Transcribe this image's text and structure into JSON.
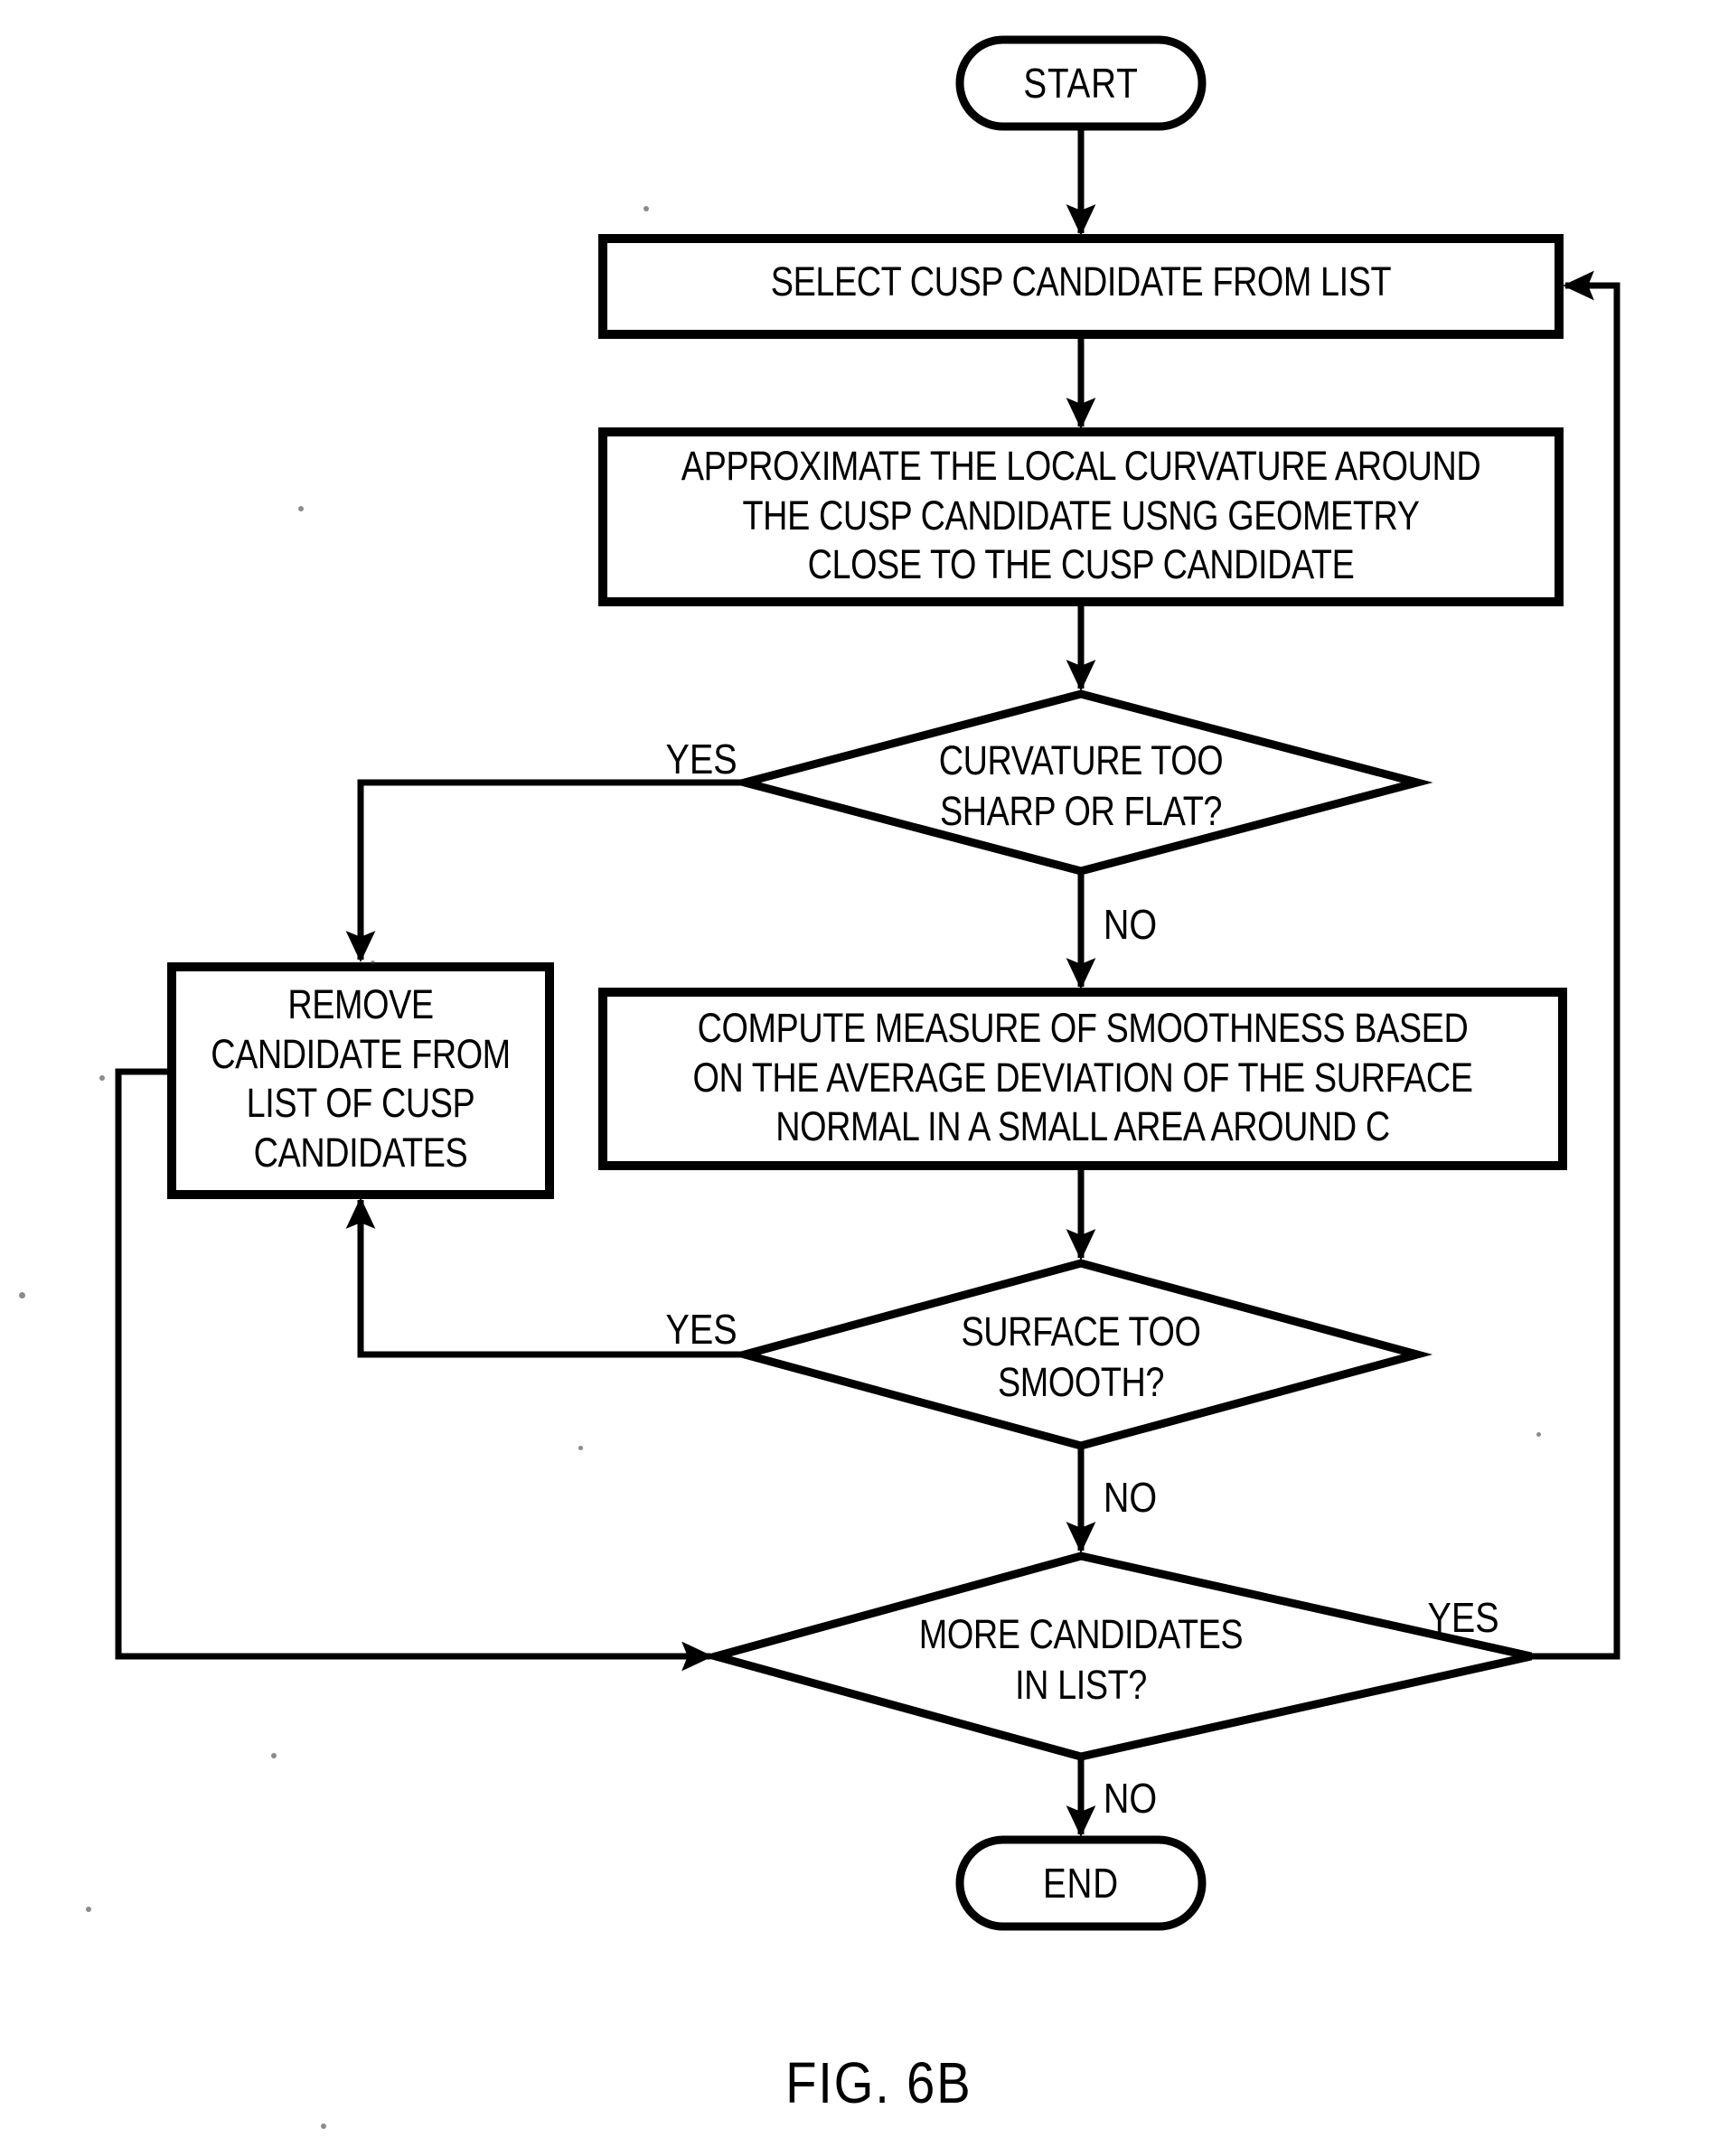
{
  "figure": {
    "caption": "FIG. 6B",
    "title": "Cusp candidate filtering flowchart"
  },
  "nodes": {
    "start": {
      "label": "START",
      "shape": "terminator"
    },
    "select_candidate": {
      "label": "SELECT CUSP CANDIDATE FROM LIST",
      "shape": "process"
    },
    "approximate_curvature": {
      "line1": "APPROXIMATE THE LOCAL CURVATURE AROUND",
      "line2": "THE CUSP CANDIDATE USNG GEOMETRY",
      "line3": "CLOSE TO THE CUSP CANDIDATE",
      "shape": "process"
    },
    "curvature_check": {
      "line1": "CURVATURE TOO",
      "line2": "SHARP OR FLAT?",
      "shape": "decision"
    },
    "remove_candidate": {
      "line1": "REMOVE",
      "line2": "CANDIDATE FROM",
      "line3": "LIST OF CUSP",
      "line4": "CANDIDATES",
      "shape": "process"
    },
    "compute_smoothness": {
      "line1": "COMPUTE MEASURE OF SMOOTHNESS BASED",
      "line2": "ON THE AVERAGE DEVIATION OF THE SURFACE",
      "line3": "NORMAL IN A SMALL AREA AROUND C",
      "shape": "process"
    },
    "smoothness_check": {
      "line1": "SURFACE TOO",
      "line2": "SMOOTH?",
      "shape": "decision"
    },
    "more_candidates": {
      "line1": "MORE CANDIDATES",
      "line2": "IN LIST?",
      "shape": "decision"
    },
    "end": {
      "label": "END",
      "shape": "terminator"
    }
  },
  "edge_labels": {
    "curvature_yes": "YES",
    "curvature_no": "NO",
    "smoothness_yes": "YES",
    "smoothness_no": "NO",
    "more_yes": "YES",
    "more_no": "NO"
  },
  "style": {
    "stroke": "#000000",
    "fill": "#ffffff",
    "background": "#ffffff",
    "stroke_width_shape": 9,
    "stroke_width_edge": 7
  }
}
